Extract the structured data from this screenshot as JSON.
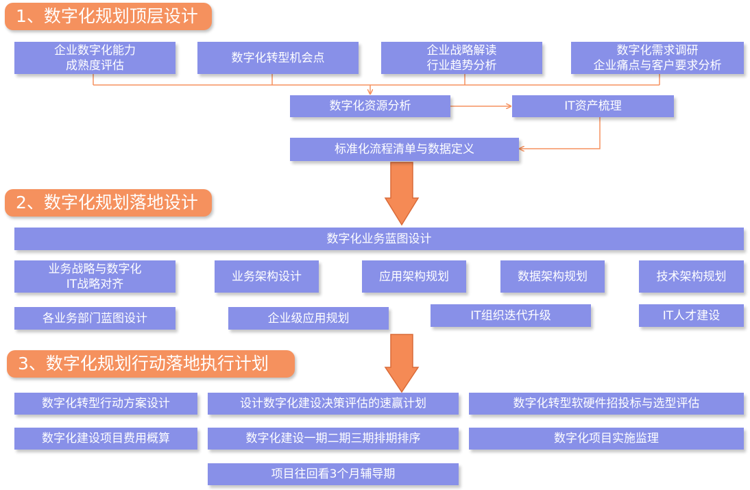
{
  "sections": [
    {
      "title": "1、数字化规划顶层设计"
    },
    {
      "title": "2、数字化规划落地设计"
    },
    {
      "title": "3、数字化规划行动落地执行计划"
    }
  ],
  "top": {
    "maturity": [
      "企业数字化能力",
      "成熟度评估"
    ],
    "opportunity": "数字化转型机会点",
    "strategy": [
      "企业战略解读",
      "行业趋势分析"
    ],
    "research": [
      "数字化需求调研",
      "企业痛点与客户要求分析"
    ],
    "resource": "数字化资源分析",
    "it_assets": "IT资产梳理",
    "process": "标准化流程清单与数据定义"
  },
  "design": {
    "blueprint": "数字化业务蓝图设计",
    "alignment": [
      "业务战略与数字化",
      "IT战略对齐"
    ],
    "business_arch": "业务架构设计",
    "app_arch": "应用架构规划",
    "data_arch": "数据架构规划",
    "tech_arch": "技术架构规划",
    "dept_blueprint": "各业务部门蓝图设计",
    "enterprise_app": "企业级应用规划",
    "it_org": "IT组织迭代升级",
    "it_talent": "IT人才建设"
  },
  "execution": {
    "action_plan": "数字化转型行动方案设计",
    "quick_win": "设计数字化建设决策评估的速赢计划",
    "procurement": "数字化转型软硬件招投标与选型评估",
    "budget": "数字化建设项目费用概算",
    "phasing": "数字化建设一期二期三期排期排序",
    "supervision": "数字化项目实施监理",
    "coaching": "项目往回看3个月辅导期"
  },
  "colors": {
    "header": "#f5915e",
    "box": "#8890e8",
    "connector": "#f5915e"
  }
}
